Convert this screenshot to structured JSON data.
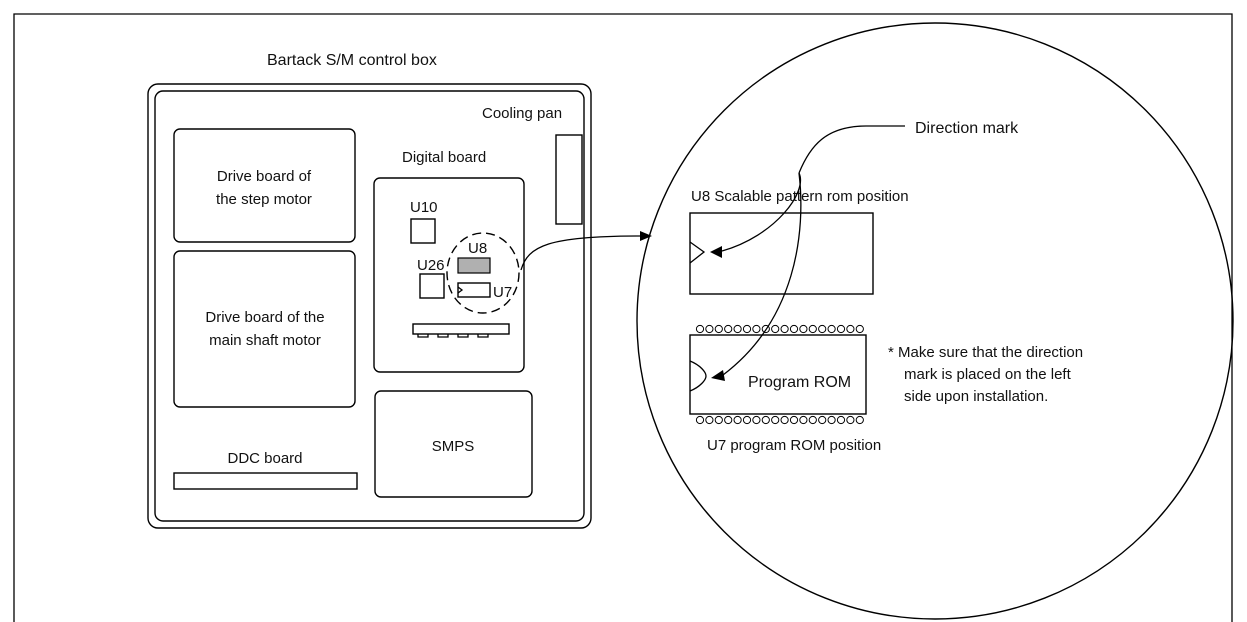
{
  "control_box": {
    "title": "Bartack S/M control box",
    "cooling_fan_label": "Cooling pan",
    "digital_board_label": "Digital board",
    "step_motor_board_line1": "Drive board of",
    "step_motor_board_line2": "the step motor",
    "main_shaft_board_line1": "Drive board of the",
    "main_shaft_board_line2": "main shaft motor",
    "ddc_board_label": "DDC board",
    "smps_label": "SMPS",
    "chips": {
      "u10": "U10",
      "u8": "U8",
      "u26": "U26",
      "u7": "U7"
    }
  },
  "detail": {
    "direction_mark_label": "Direction mark",
    "u8_position_label": "U8 Scalable pattern rom position",
    "program_rom_label": "Program ROM",
    "u7_position_label": "U7 program ROM position",
    "note_line1": "* Make sure that the direction",
    "note_line2": "mark is placed on the left",
    "note_line3": "side upon installation."
  },
  "colors": {
    "line": "#000000",
    "u8_chip_fill": "#b0b0b0",
    "background": "#ffffff"
  }
}
